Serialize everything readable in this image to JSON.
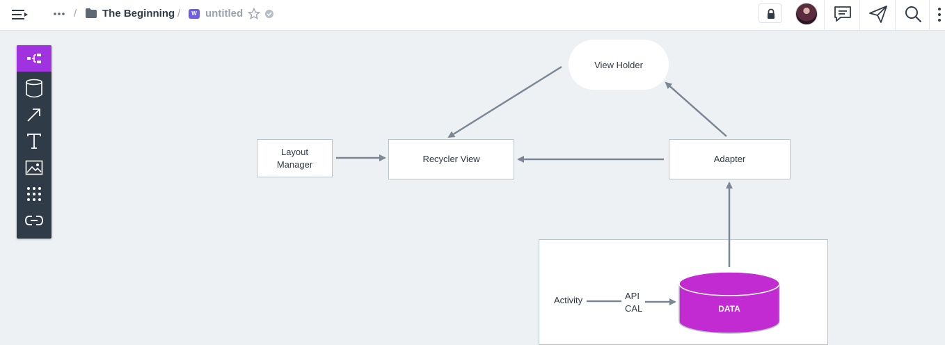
{
  "header": {
    "breadcrumb_sep": "/",
    "folder_name": "The Beginning",
    "doc_badge": "W",
    "doc_title": "untitled"
  },
  "diagram": {
    "view_holder": "View Holder",
    "layout_manager": "Layout\nManager",
    "recycler_view": "Recycler View",
    "adapter": "Adapter",
    "activity": "Activity",
    "api_call": "API\nCAL",
    "data": "DATA"
  },
  "colors": {
    "accent": "#a032e0",
    "toolbar_bg": "#2f3b47",
    "database_fill": "#c12bd1",
    "canvas_bg": "#eef1f4",
    "edge": "#7a8794"
  },
  "icons": {
    "toolbox": [
      "diagram-icon",
      "database-icon",
      "arrow-icon",
      "text-icon",
      "image-icon",
      "grid-icon",
      "link-icon"
    ],
    "header": [
      "menu-collapse-icon",
      "more-icon",
      "folder-icon",
      "star-icon",
      "verified-icon",
      "lock-icon",
      "comment-icon",
      "send-icon",
      "search-icon",
      "kebab-menu-icon"
    ]
  }
}
